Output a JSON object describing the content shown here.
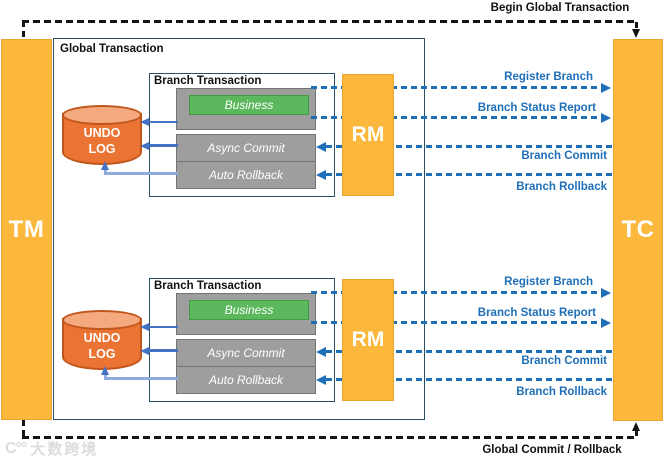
{
  "diagram": {
    "top_flow_label": "Begin Global Transaction",
    "bottom_flow_label": "Global Commit / Rollback",
    "tm_label": "TM",
    "tc_label": "TC",
    "global_transaction_label": "Global Transaction",
    "branches": [
      {
        "title": "Branch Transaction",
        "business_label": "Business",
        "async_commit_label": "Async Commit",
        "auto_rollback_label": "Auto Rollback",
        "rm_label": "RM",
        "undo_log_label": "UNDO LOG",
        "messages": [
          "Register Branch",
          "Branch Status Report",
          "Branch Commit",
          "Branch Rollback"
        ]
      },
      {
        "title": "Branch Transaction",
        "business_label": "Business",
        "async_commit_label": "Async Commit",
        "auto_rollback_label": "Auto Rollback",
        "rm_label": "RM",
        "undo_log_label": "UNDO LOG",
        "messages": [
          "Register Branch",
          "Branch Status Report",
          "Branch Commit",
          "Branch Rollback"
        ]
      }
    ],
    "watermark_logo": "C°°",
    "watermark_text": "大数跨境"
  },
  "colors": {
    "amber": "#FBB83D",
    "blue": "#1E6FB8",
    "arrow": "#4472C4",
    "arrow-light": "#8FAADC",
    "gray": "#9E9E9E",
    "green": "#5CB85C",
    "cyl": "#EB7333",
    "cyl-top": "#F5A97E",
    "frame": "#2A4E66",
    "black": "#141414"
  }
}
